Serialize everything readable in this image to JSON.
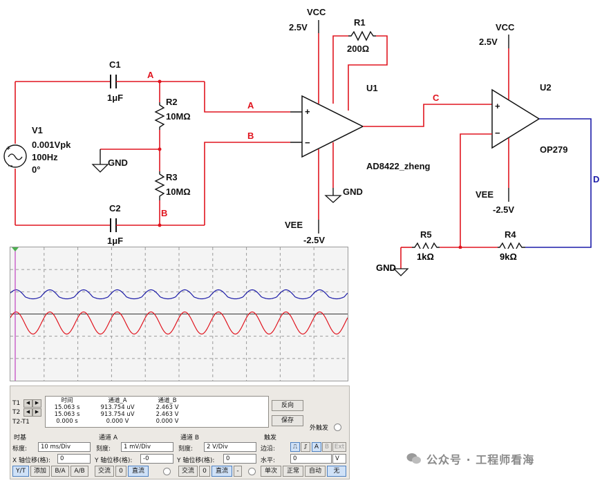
{
  "schematic": {
    "source": {
      "name": "V1",
      "amplitude": "0.001Vpk",
      "frequency": "100Hz",
      "phase": "0°"
    },
    "c1": {
      "name": "C1",
      "value": "1μF"
    },
    "c2": {
      "name": "C2",
      "value": "1μF"
    },
    "r2": {
      "name": "R2",
      "value": "10MΩ"
    },
    "r3": {
      "name": "R3",
      "value": "10MΩ"
    },
    "r1": {
      "name": "R1",
      "value": "200Ω"
    },
    "r4": {
      "name": "R4",
      "value": "9kΩ"
    },
    "r5": {
      "name": "R5",
      "value": "1kΩ"
    },
    "u1": {
      "name": "U1",
      "part": "AD8422_zheng"
    },
    "u2": {
      "name": "U2",
      "part": "OP279"
    },
    "gnd": "GND",
    "vcc": "VCC",
    "vee": "VEE",
    "vcc_value": "2.5V",
    "vee_value": "-2.5V",
    "plus": "+",
    "minus": "−",
    "nets": {
      "a": "A",
      "b": "B",
      "c": "C",
      "d": "D"
    }
  },
  "scope": {
    "colors": {
      "channel_a": "#e0141e",
      "channel_b": "#1c1ca8",
      "cursor": "#c040c0",
      "grid": "#9a9a9a"
    },
    "cycles_visible": 10,
    "t1_label": "T1",
    "t2_label": "T2",
    "diff_label": "T2-T1",
    "headers": {
      "time": "时间",
      "channel_a": "通道_A",
      "channel_b": "通道_B"
    },
    "t1": {
      "time": "15.063 s",
      "channel_a": "913.754 uV",
      "channel_b": "2.463 V"
    },
    "t2": {
      "time": "15.063 s",
      "channel_a": "913.754 uV",
      "channel_b": "2.463 V"
    },
    "diff": {
      "time": "0.000 s",
      "channel_a": "0.000 V",
      "channel_b": "0.000 V"
    },
    "reverse_button": "反向",
    "save_button": "保存",
    "ext_trigger_label": "外触发",
    "timebase": {
      "title": "时基",
      "scale_label": "标度:",
      "scale_value": "10 ms/Div",
      "xpos_label": "X 轴位移(格):",
      "xpos_value": "0",
      "modes": [
        "Y/T",
        "添加",
        "B/A",
        "A/B"
      ]
    },
    "channel_a": {
      "title": "通道 A",
      "scale_label": "刻度:",
      "scale_value": "1 mV/Div",
      "ypos_label": "Y 轴位移(格):",
      "ypos_value": "-0",
      "coupling": [
        "交流",
        "0",
        "直流"
      ]
    },
    "channel_b": {
      "title": "通道 B",
      "scale_label": "刻度:",
      "scale_value": "2  V/Div",
      "ypos_label": "Y 轴位移(格):",
      "ypos_value": "0",
      "coupling": [
        "交流",
        "0",
        "直流",
        "-"
      ]
    },
    "trigger": {
      "title": "触发",
      "edge_label": "边沿:",
      "level_label": "水平:",
      "level_value": "0",
      "level_unit": "V",
      "sources": [
        "A",
        "B",
        "Ext"
      ],
      "modes": [
        "单次",
        "正常",
        "自动",
        "无"
      ]
    }
  },
  "watermark": "公众号 · 工程师看海"
}
